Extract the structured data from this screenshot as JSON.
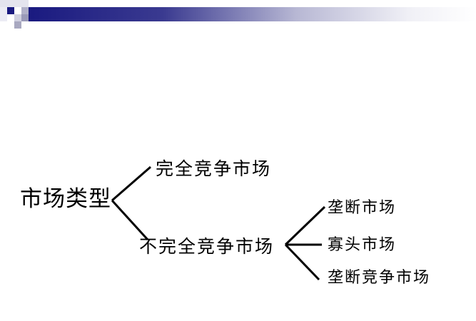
{
  "colors": {
    "header_bar_start": "#1a1a80",
    "header_bar_end": "#ffffff",
    "square_dark": "#1a1a80",
    "square_light": "#c8c8dc",
    "square_mid": "#9a9ab8",
    "line": "#000000",
    "text": "#000000"
  },
  "diagram": {
    "root": {
      "label": "市场类型"
    },
    "children": [
      {
        "label": "完全竞争市场"
      },
      {
        "label": "不完全竞争市场",
        "children": [
          {
            "label": "垄断市场"
          },
          {
            "label": "寡头市场"
          },
          {
            "label": "垄断竞争市场"
          }
        ]
      }
    ]
  }
}
